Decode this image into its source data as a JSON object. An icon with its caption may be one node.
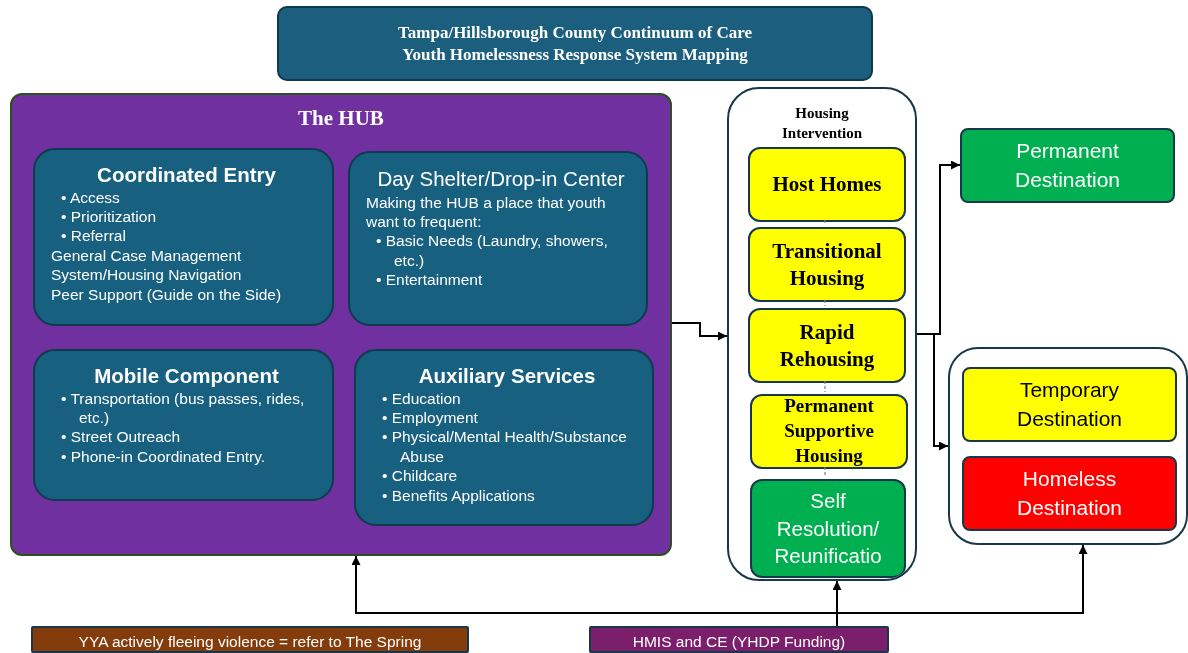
{
  "diagram": {
    "nodes": [
      {
        "text": [
          "Tampa/Hillsborough County Continuum of Care",
          "Youth Homelessness Response System Mapping"
        ]
      },
      {
        "text": [
          "The HUB"
        ]
      },
      {
        "text": [
          "Coordinated Entry",
          "• Access",
          "• Prioritization",
          "• Referral",
          "General Case Management System/Housing Navigation",
          "Peer Support (Guide on the Side)"
        ],
        "in": 1
      },
      {
        "text": [
          "Day Shelter/Drop-in Center",
          "Making the HUB a place that youth want to frequent:",
          "• Basic Needs (Laundry, showers, etc.)",
          "• Entertainment"
        ],
        "in": 1
      },
      {
        "text": [
          "Mobile Component",
          "• Transportation (bus passes, rides, etc.)",
          "• Street Outreach",
          "• Phone-in Coordinated Entry."
        ],
        "in": 1
      },
      {
        "text": [
          "Auxiliary Services",
          "• Education",
          "• Employment",
          "• Physical/Mental Health/Substance Abuse",
          "• Childcare",
          "• Benefits Applications"
        ],
        "in": 1
      },
      {
        "text": [
          "Housing Intervention"
        ]
      },
      {
        "text": [
          "Host Homes"
        ],
        "in": 6
      },
      {
        "text": [
          "Transitional Housing"
        ],
        "in": 6
      },
      {
        "text": [
          "Rapid Rehousing"
        ],
        "in": 6
      },
      {
        "text": [
          "Permanent Supportive Housing"
        ],
        "in": 6
      },
      {
        "text": [
          "Self Resolution/ Reunificatio"
        ],
        "in": 6
      },
      {
        "text": [
          "Permanent Destination"
        ]
      },
      {
        "text": [],
        "shape": "box"
      },
      {
        "text": [
          "Temporary Destination"
        ],
        "in": 13
      },
      {
        "text": [
          "Homeless Destination"
        ],
        "in": 13
      },
      {
        "text": [
          "YYA actively fleeing violence = refer to The Spring"
        ]
      },
      {
        "text": [
          "HMIS and CE (YHDP Funding)"
        ]
      }
    ],
    "edges": [
      {
        "from": 1,
        "to": 6,
        "arrow": "to"
      },
      {
        "from": 6,
        "to": 12,
        "arrow": "to"
      },
      {
        "from": 6,
        "to": 13,
        "arrow": "to"
      },
      {
        "from": 7,
        "to": 8,
        "arrow": "none",
        "style": "dashed",
        "color": "#7f7f7f"
      },
      {
        "from": 8,
        "to": 9,
        "arrow": "none",
        "style": "dashed",
        "color": "#7f7f7f"
      },
      {
        "from": 9,
        "to": 10,
        "arrow": "none",
        "style": "dashed",
        "color": "#7f7f7f"
      },
      {
        "from": 10,
        "to": 11,
        "arrow": "none",
        "style": "dashed",
        "color": "#7f7f7f"
      },
      {
        "from": 17,
        "to": 1,
        "arrow": "to"
      },
      {
        "from": 17,
        "to": 6,
        "arrow": "to"
      },
      {
        "from": 17,
        "to": 13,
        "arrow": "to"
      }
    ]
  }
}
